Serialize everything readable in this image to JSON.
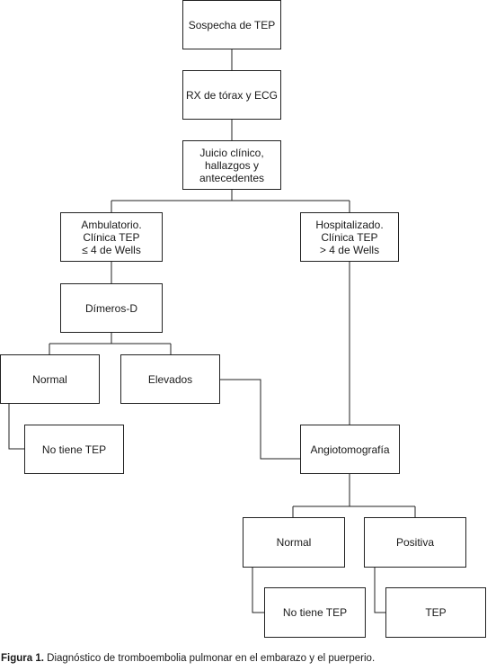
{
  "nodes": {
    "sospecha": "Sospecha de TEP",
    "rx": "RX de tórax y ECG",
    "juicio": "Juicio clínico,\nhallazgos y\nantecedentes",
    "ambulatorio": "Ambulatorio.\nClínica TEP\n≤ 4 de Wells",
    "hospitalizado": "Hospitalizado.\nClínica TEP\n> 4 de Wells",
    "dimeros": "Dímeros-D",
    "normal_left": "Normal",
    "elevados": "Elevados",
    "no_tep_left": "No tiene TEP",
    "angio": "Angiotomografía",
    "normal_right": "Normal",
    "positiva": "Positiva",
    "no_tep_right": "No tiene TEP",
    "tep": "TEP"
  },
  "caption": {
    "label": "Figura 1.",
    "text": " Diagnóstico de tromboembolia pulmonar en el embarazo y el puerperio."
  }
}
